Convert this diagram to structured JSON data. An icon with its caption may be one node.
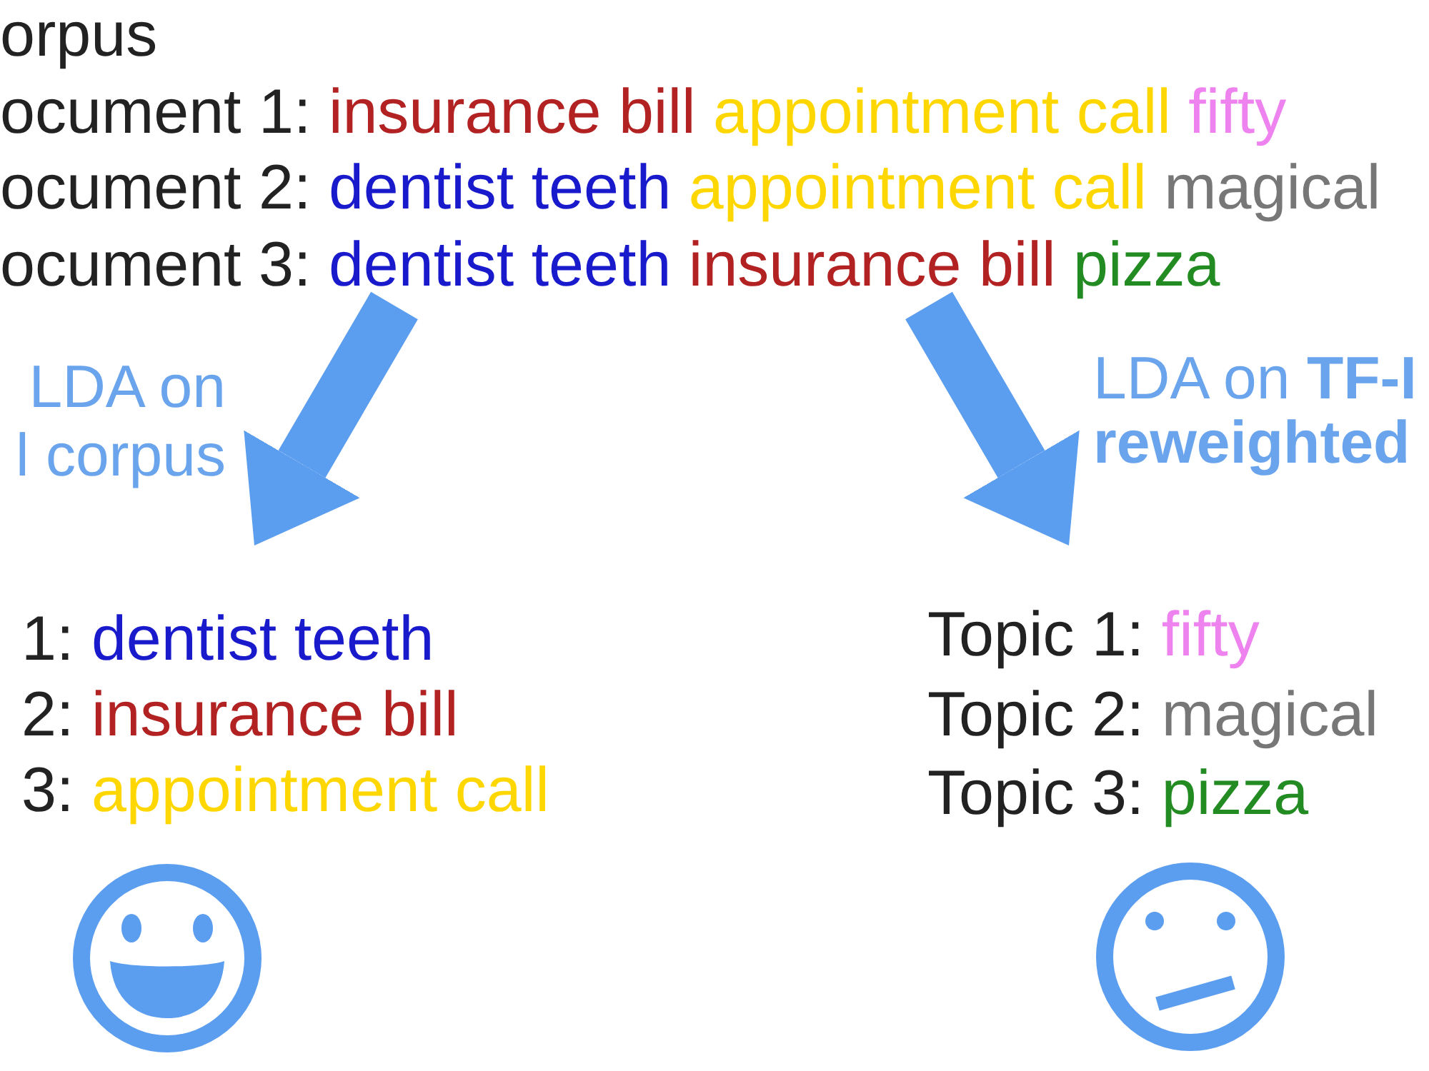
{
  "diagram": {
    "nodes": [
      {
        "text": [
          "orpus",
          "ocument 1: insurance bill appointment call fifty",
          "ocument 2: dentist teeth appointment call magical",
          "ocument 3: dentist teeth insurance bill pizza"
        ]
      },
      {
        "text": [
          "1: dentist teeth",
          "2: insurance bill",
          "3: appointment call"
        ]
      },
      {
        "text": [
          "Topic 1: fifty",
          "Topic 2: magical",
          "Topic 3: pizza"
        ]
      }
    ],
    "edges": [
      {
        "from": 0,
        "to": 1,
        "arrow": "to",
        "label": "LDA on l corpus"
      },
      {
        "from": 0,
        "to": 2,
        "arrow": "to",
        "label": "LDA on **TF-I reweighted**"
      }
    ]
  }
}
